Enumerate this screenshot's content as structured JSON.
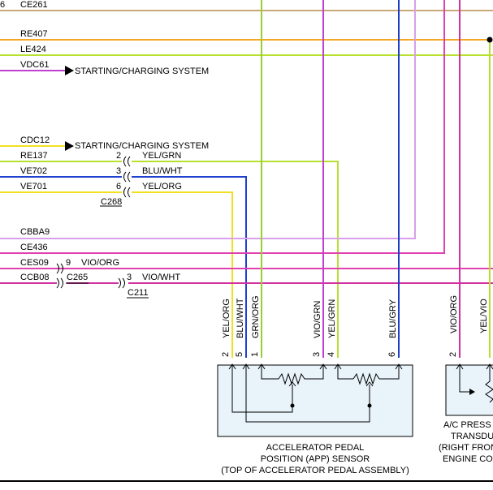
{
  "colors": {
    "tan": "#c8a878",
    "orange": "#f5a623",
    "yellow": "#f2e020",
    "yellow_green": "#b8e030",
    "green": "#9acd32",
    "magenta": "#d030a0",
    "pink": "#e040b0",
    "violet": "#c040d0",
    "lavender": "#d8a0e8",
    "blue": "#2040d0",
    "navy": "#1e3cc8",
    "black": "#000000",
    "box_fill": "#e8f4fa"
  },
  "circuits": {
    "ce261": "CE261",
    "re407": "RE407",
    "le424": "LE424",
    "vdc61": "VDC61",
    "cdc12": "CDC12",
    "re137": "RE137",
    "ve702": "VE702",
    "ve701": "VE701",
    "cbba9": "CBBA9",
    "ce436": "CE436",
    "ces09": "CES09",
    "ccb08": "CCB08"
  },
  "references": {
    "starting_charging_1": "STARTING/CHARGING SYSTEM",
    "starting_charging_2": "STARTING/CHARGING SYSTEM"
  },
  "connectors": {
    "c268": {
      "name": "C268",
      "pins": [
        "2",
        "3",
        "6"
      ],
      "wires": [
        "YEL/GRN",
        "BLU/WHT",
        "YEL/ORG"
      ]
    },
    "c265": {
      "name": "C265",
      "pin": "9",
      "wire": "VIO/ORG"
    },
    "c211": {
      "name": "C211",
      "pin": "3",
      "wire": "VIO/WHT"
    }
  },
  "app_sensor": {
    "wires": [
      "YEL/ORG",
      "BLU/WHT",
      "GRN/ORG",
      "VIO/GRN",
      "YEL/GRN",
      "BLU/GRY"
    ],
    "pins": [
      "2",
      "5",
      "1",
      "3",
      "4",
      "6"
    ],
    "label_line1": "ACCELERATOR PEDAL",
    "label_line2": "POSITION (APP) SENSOR",
    "label_line3": "(TOP OF ACCELERATOR PEDAL ASSEMBLY)"
  },
  "ac_sensor": {
    "wires": [
      "VIO/ORG",
      "YEL/VIO"
    ],
    "pins": [
      "2"
    ],
    "label_line1": "A/C PRESS",
    "label_line2": "TRANSDUC",
    "label_line3": "(RIGHT FRON",
    "label_line4": "ENGINE CO"
  },
  "misc": {
    "top_left_fragment": "6"
  }
}
